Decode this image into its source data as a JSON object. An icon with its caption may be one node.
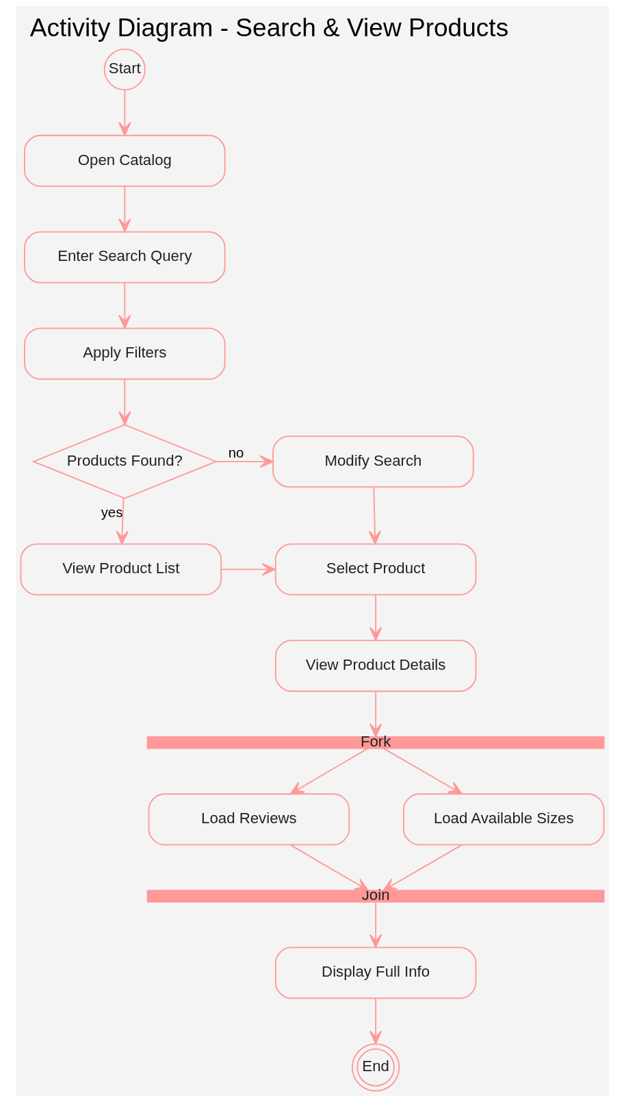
{
  "diagram": {
    "title": "Activity Diagram - Search & View Products",
    "nodes": [
      {
        "text": [
          "Start"
        ]
      },
      {
        "text": [
          "Open Catalog"
        ]
      },
      {
        "text": [
          "Enter Search Query"
        ]
      },
      {
        "text": [
          "Apply Filters"
        ]
      },
      {
        "text": [
          "Products Found?"
        ]
      },
      {
        "text": [
          "Modify Search"
        ]
      },
      {
        "text": [
          "View Product List"
        ]
      },
      {
        "text": [
          "Select Product"
        ]
      },
      {
        "text": [
          "View Product Details"
        ]
      },
      {
        "text": [
          "Fork"
        ]
      },
      {
        "text": [
          "Load Reviews"
        ]
      },
      {
        "text": [
          "Load Available Sizes"
        ]
      },
      {
        "text": [
          "Join"
        ]
      },
      {
        "text": [
          "Display Full Info"
        ]
      },
      {
        "text": [
          "End"
        ]
      }
    ],
    "edges": [
      {
        "from": 0,
        "to": 1,
        "arrow": "to"
      },
      {
        "from": 1,
        "to": 2,
        "arrow": "to"
      },
      {
        "from": 2,
        "to": 3,
        "arrow": "to"
      },
      {
        "from": 3,
        "to": 4,
        "arrow": "to"
      },
      {
        "from": 4,
        "to": 5,
        "arrow": "to",
        "label": "no"
      },
      {
        "from": 4,
        "to": 6,
        "arrow": "to",
        "label": "yes"
      },
      {
        "from": 5,
        "to": 7,
        "arrow": "to"
      },
      {
        "from": 6,
        "to": 7,
        "arrow": "to"
      },
      {
        "from": 7,
        "to": 8,
        "arrow": "to"
      },
      {
        "from": 8,
        "to": 9,
        "arrow": "to"
      },
      {
        "from": 9,
        "to": 10,
        "arrow": "to"
      },
      {
        "from": 9,
        "to": 11,
        "arrow": "to"
      },
      {
        "from": 10,
        "to": 12,
        "arrow": "to"
      },
      {
        "from": 11,
        "to": 12,
        "arrow": "to"
      },
      {
        "from": 12,
        "to": 13,
        "arrow": "to"
      },
      {
        "from": 13,
        "to": 14,
        "arrow": "to"
      }
    ]
  }
}
